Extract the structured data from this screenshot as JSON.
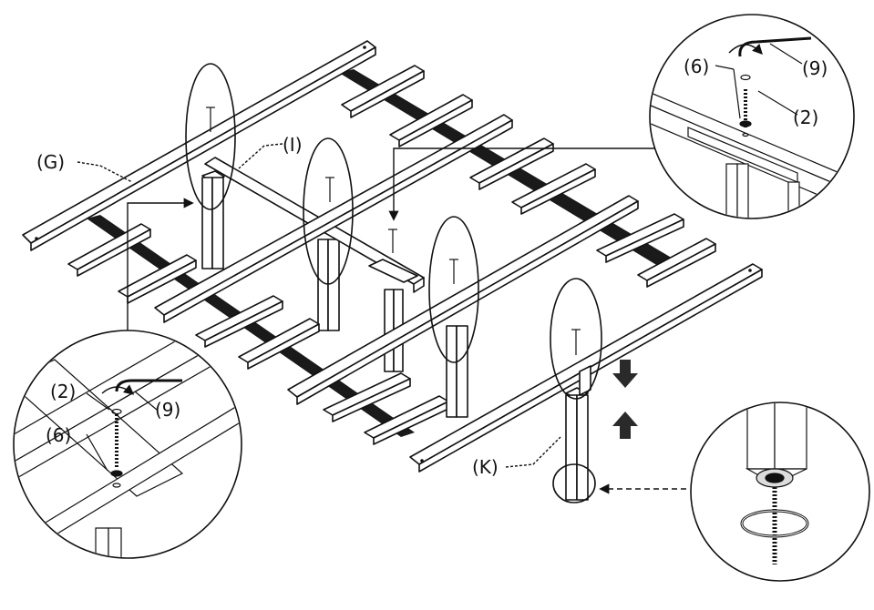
{
  "labels": {
    "g": "(G)",
    "i": "(I)",
    "k": "(K)",
    "part2_top": "(2)",
    "part6_top": "(6)",
    "part9_top": "(9)",
    "part2_left": "(2)",
    "part6_left": "(6)",
    "part9_left": "(9)"
  },
  "colors": {
    "ink": "#111111",
    "paper": "#ffffff",
    "strip": "#1a1a1a"
  },
  "icons": {
    "allen_key": "allen-key-icon",
    "bolt": "bolt-icon",
    "rotate": "rotate-arrow-icon",
    "direction": "up-down-arrow-icon"
  }
}
